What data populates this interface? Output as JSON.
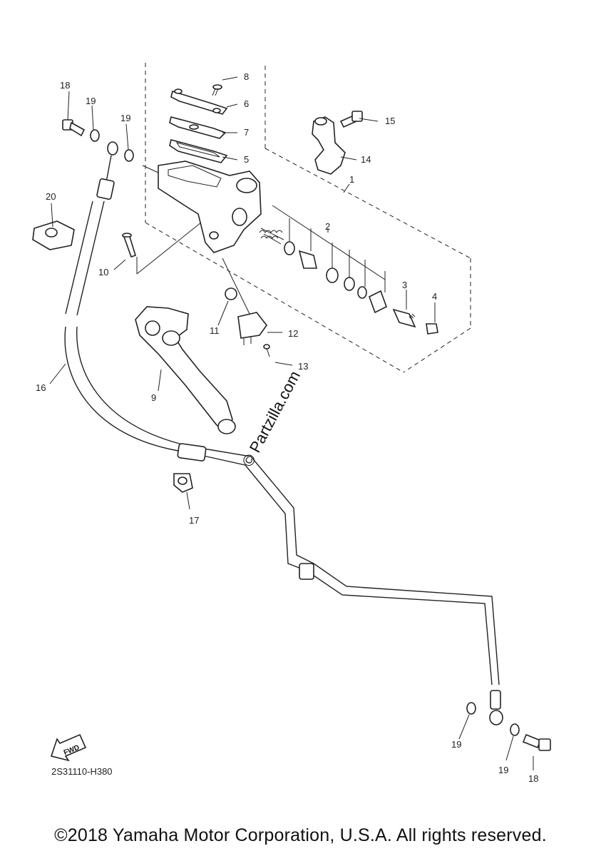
{
  "diagram": {
    "part_code": "2S31110-H380",
    "watermark": "© Partzilla.com",
    "fwd_badge": "FWD",
    "callouts": [
      "1",
      "2",
      "3",
      "4",
      "5",
      "6",
      "7",
      "8",
      "9",
      "10",
      "11",
      "12",
      "13",
      "14",
      "15",
      "16",
      "17",
      "18",
      "19",
      "20"
    ],
    "callout_19_dup": "19",
    "callout_18_dup": "18"
  },
  "footer": {
    "copyright": "©2018 Yamaha Motor Corporation, U.S.A. All rights reserved."
  }
}
